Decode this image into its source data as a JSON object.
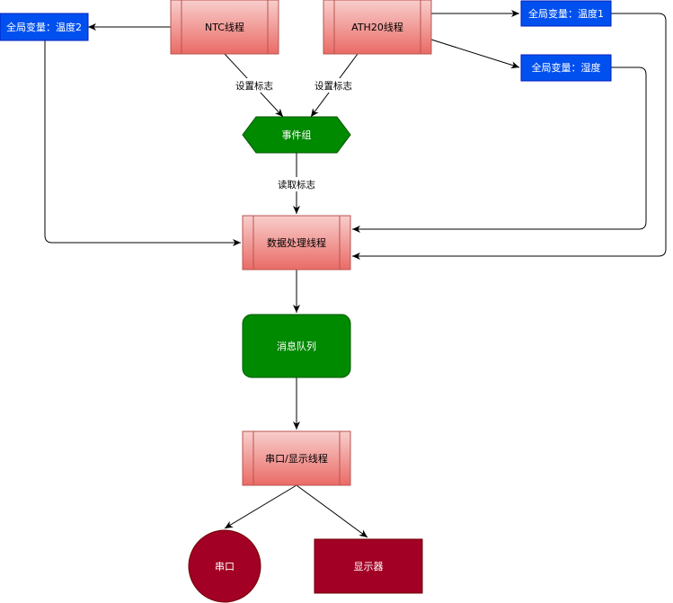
{
  "nodes": {
    "ntc_thread": "NTC线程",
    "ath20_thread": "ATH20线程",
    "global_temp2": "全局变量：温度2",
    "global_temp1": "全局变量：温度1",
    "global_humidity": "全局变量：湿度",
    "event_group": "事件组",
    "data_thread": "数据处理线程",
    "message_queue": "消息队列",
    "serial_display_thread": "串口/显示线程",
    "serial_port": "串口",
    "display": "显示器"
  },
  "edges": {
    "set_flag_ntc": "设置标志",
    "set_flag_ath20": "设置标志",
    "read_flag": "读取标志"
  },
  "colors": {
    "thread_fill_top": "#f8cecc",
    "thread_fill_bottom": "#ea6b66",
    "thread_stroke": "#b85450",
    "global_fill": "#0050ef",
    "global_stroke": "#001dbc",
    "green_fill": "#008a00",
    "green_stroke": "#005700",
    "dark_red_fill": "#a20025",
    "dark_red_stroke": "#6f0000"
  }
}
